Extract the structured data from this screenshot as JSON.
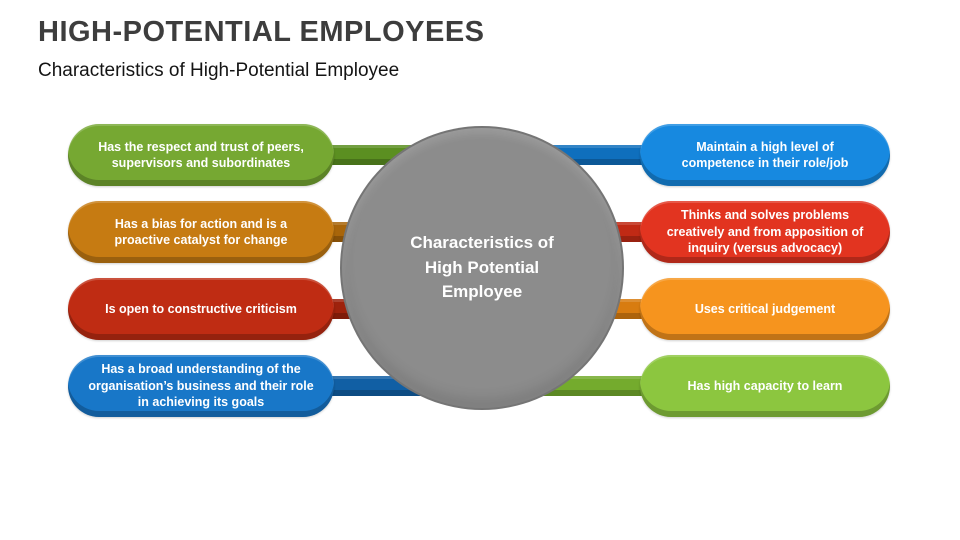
{
  "slide": {
    "title": "HIGH-POTENTIAL EMPLOYEES",
    "subtitle": "Characteristics of High-Potential Employee"
  },
  "center": {
    "label": "Characteristics of\nHigh Potential\nEmployee",
    "fill": "#8c8c8c"
  },
  "rows": [
    {
      "left": {
        "text": "Has the respect and trust of peers, supervisors and subordinates",
        "fill": "#76a832"
      },
      "left_bar": "#5b8f21",
      "right": {
        "text": "Maintain a high level of competence in their role/job",
        "fill": "#1789e0"
      },
      "right_bar": "#0f6fbd"
    },
    {
      "left": {
        "text": "Has a bias for action and is a proactive catalyst for change",
        "fill": "#c67b12"
      },
      "left_bar": "#a8650a",
      "right": {
        "text": "Thinks and solves problems creatively and from apposition of inquiry (versus advocacy)",
        "fill": "#e23420"
      },
      "right_bar": "#c02a15"
    },
    {
      "left": {
        "text": "Is open to constructive criticism",
        "fill": "#bf2c13"
      },
      "left_bar": "#9e220c",
      "right": {
        "text": "Uses critical judgement",
        "fill": "#f6941e"
      },
      "right_bar": "#d87c10"
    },
    {
      "left": {
        "text": "Has a broad understanding of the organisation’s business and their role in achieving its goals",
        "fill": "#1877c8"
      },
      "left_bar": "#115fa4",
      "right": {
        "text": "Has high capacity to learn",
        "fill": "#8cc63f"
      },
      "right_bar": "#74ab2d"
    }
  ]
}
